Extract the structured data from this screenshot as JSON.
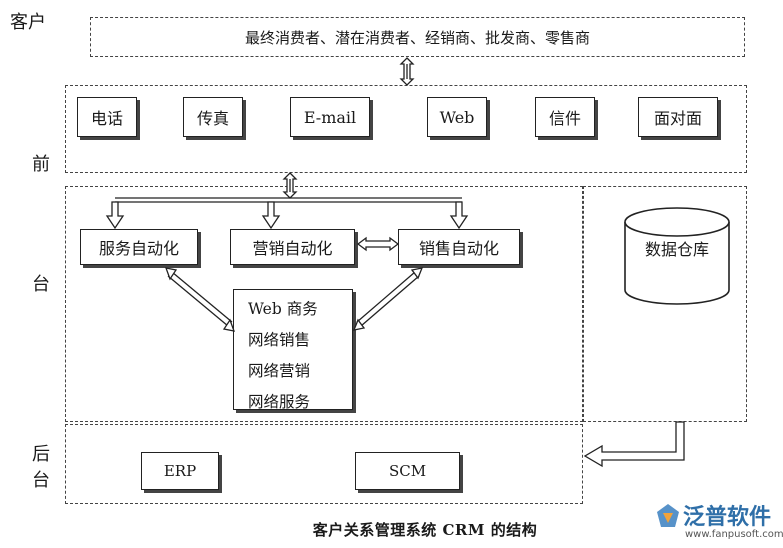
{
  "side_labels": {
    "customer": "客户",
    "front_1": "前",
    "front_2": "台",
    "back_1": "后",
    "back_2": "台"
  },
  "customer_row": "最终消费者、潜在消费者、经销商、批发商、零售商",
  "channels": [
    "电话",
    "传真",
    "E-mail",
    "Web",
    "信件",
    "面对面"
  ],
  "automation": {
    "service": "服务自动化",
    "marketing": "营销自动化",
    "sales": "销售自动化"
  },
  "web_list": [
    "Web 商务",
    "网络销售",
    "网络营销",
    "网络服务"
  ],
  "data_warehouse": "数据仓库",
  "backend": [
    "ERP",
    "SCM"
  ],
  "caption": "客户关系管理系统 CRM 的结构",
  "logo": {
    "name": "泛普软件",
    "url": "www.fanpusoft.com"
  }
}
